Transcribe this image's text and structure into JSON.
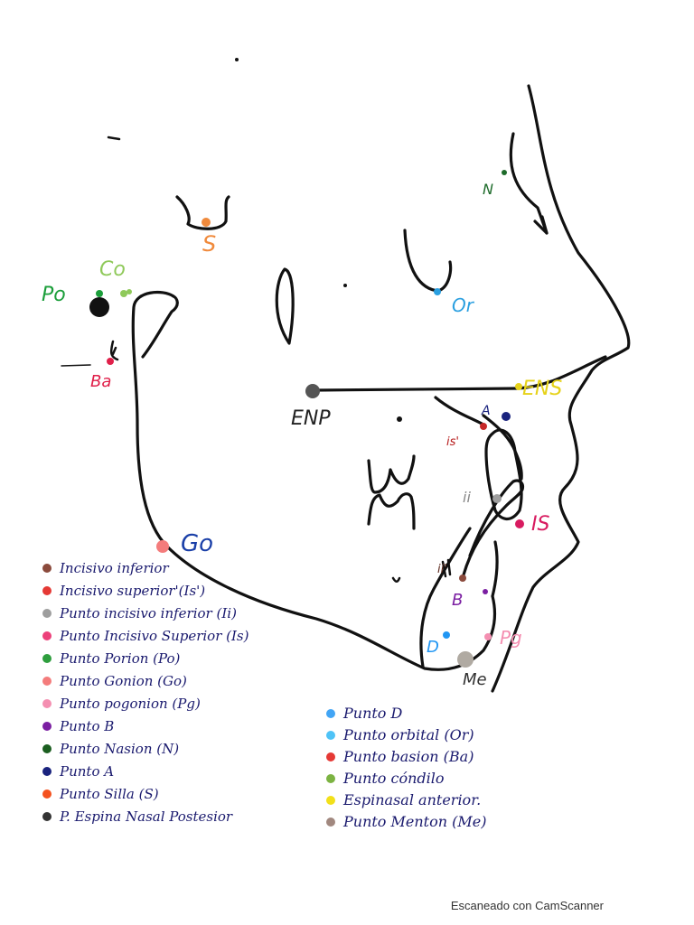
{
  "colors": {
    "ink": "#111111",
    "Po": "#1b9e3a",
    "Co": "#8fc95a",
    "S": "#f08a3c",
    "Ba": "#e0204a",
    "Or": "#2a9fe0",
    "N": "#1d6b2a",
    "ENS": "#e6d21a",
    "ENP": "#555555",
    "A": "#1a237e",
    "IS": "#d81b60",
    "is_sup": "#c62828",
    "ii": "#9e9e9e",
    "B": "#7b1fa2",
    "Pg": "#f48fb1",
    "D": "#2196f3",
    "Me": "#a1887f",
    "Go": "#f47c7c",
    "inc_inf": "#8b4a3c"
  },
  "points": {
    "Co": "Co",
    "Po": "Po",
    "S": "S",
    "Ba": "Ba",
    "Or": "Or",
    "N": "N",
    "ENS": "ENS",
    "ENP": "ENP",
    "A": "A",
    "is_sup": "is'",
    "ii": "ii",
    "IS": "IS",
    "ii_low": "ii'",
    "B": "B",
    "Pg": "Pg",
    "D": "D",
    "Me": "Me",
    "Go": "Go"
  },
  "legend_left": [
    {
      "label": "Incisivo inferior",
      "color": "#8b4a3c"
    },
    {
      "label": "Incisivo superior'(Is')",
      "color": "#e53935"
    },
    {
      "label": "Punto incisivo inferior (Ii)",
      "color": "#9e9e9e"
    },
    {
      "label": "Punto Incisivo Superior (Is)",
      "color": "#ec407a"
    },
    {
      "label": "Punto Porion (Po)",
      "color": "#2e9e3e"
    },
    {
      "label": "Punto Gonion (Go)",
      "color": "#f47c7c"
    },
    {
      "label": "Punto pogonion (Pg)",
      "color": "#f48fb1"
    },
    {
      "label": "Punto B",
      "color": "#7b1fa2"
    },
    {
      "label": "Punto Nasion (N)",
      "color": "#1b5e20"
    },
    {
      "label": "Punto A",
      "color": "#1a237e"
    },
    {
      "label": "Punto Silla (S)",
      "color": "#f4511e"
    },
    {
      "label": "P. Espina Nasal Postesior",
      "color": "#333333"
    }
  ],
  "legend_right": [
    {
      "label": "Punto D",
      "color": "#42a5f5"
    },
    {
      "label": "Punto orbital (Or)",
      "color": "#4fc3f7"
    },
    {
      "label": "Punto basion (Ba)",
      "color": "#e53935"
    },
    {
      "label": "Punto cóndilo",
      "color": "#7cb342"
    },
    {
      "label": "Espinasal anterior.",
      "color": "#f2e01a"
    },
    {
      "label": "Punto Menton (Me)",
      "color": "#a1887f"
    }
  ],
  "footer": "Escaneado con CamScanner"
}
